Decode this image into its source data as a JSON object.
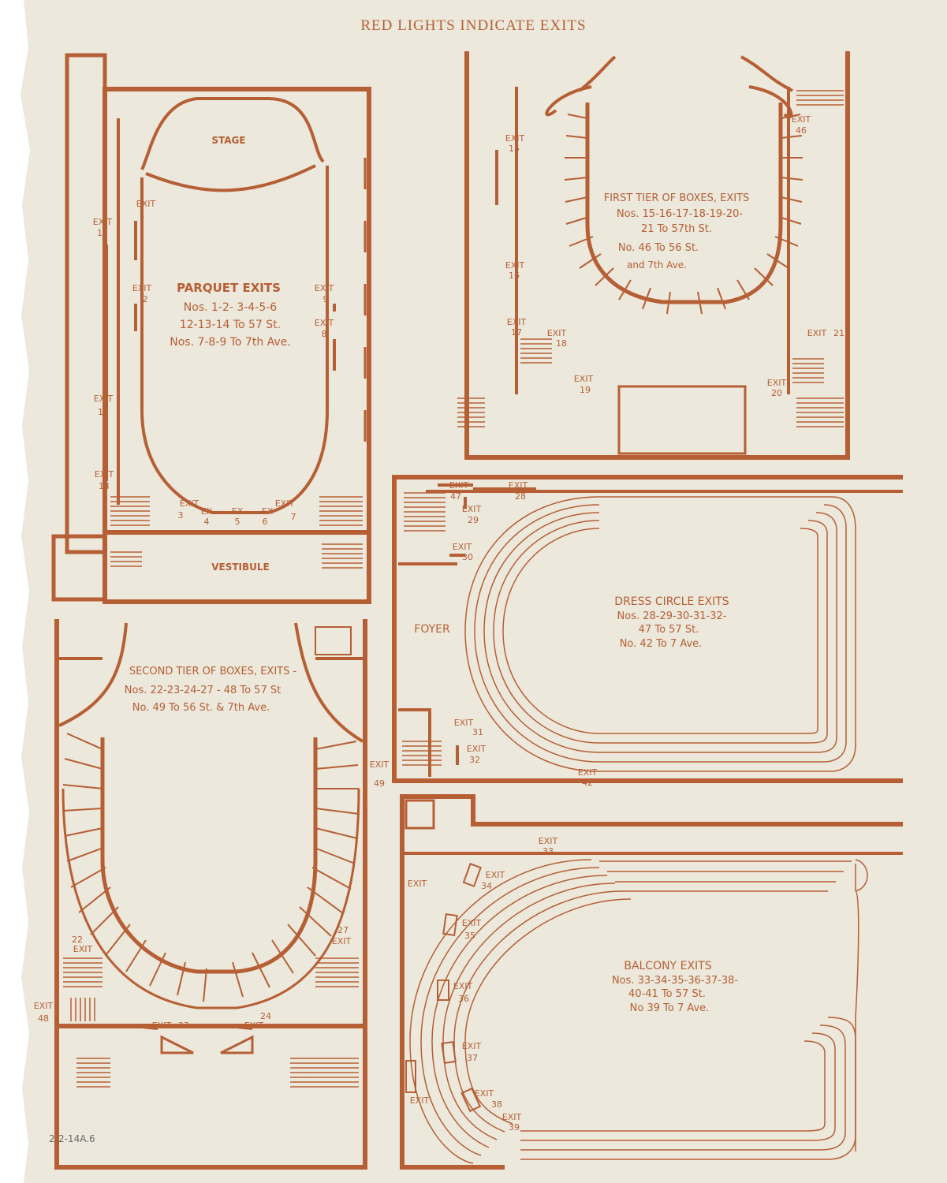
{
  "header": "RED LIGHTS INDICATE EXITS",
  "pencil_note": "2-2-14A.6",
  "plans": {
    "parquet": {
      "stage": "STAGE",
      "vestibule": "VESTIBULE",
      "title": "PARQUET EXITS",
      "lines": [
        "Nos. 1-2- 3-4-5-6",
        "12-13-14 To 57 St.",
        "Nos. 7-8-9  To 7th Ave."
      ],
      "exit_word": "EXIT",
      "ex_word": "EX",
      "exits": [
        "1",
        "2",
        "3",
        "4",
        "5",
        "6",
        "7",
        "8",
        "9",
        "12",
        "13",
        "14"
      ]
    },
    "first_tier": {
      "lines": [
        "FIRST TIER OF BOXES, EXITS",
        "Nos. 15-16-17-18-19-20-",
        "21 To 57th St.",
        "No. 46 To 56 St.",
        "and 7th Ave."
      ],
      "exit_word": "EXIT",
      "exits": [
        "15",
        "16",
        "17",
        "18",
        "19",
        "20",
        "21",
        "46"
      ]
    },
    "dress_circle": {
      "foyer": "FOYER",
      "lines": [
        "DRESS CIRCLE EXITS",
        "Nos. 28-29-30-31-32-",
        "47 To 57 St.",
        "No. 42 To 7 Ave."
      ],
      "exit_word": "EXIT",
      "exits": [
        "28",
        "29",
        "30",
        "31",
        "32",
        "42",
        "47"
      ]
    },
    "second_tier": {
      "lines": [
        "SECOND TIER OF BOXES, EXITS -",
        "Nos. 22-23-24-27 - 48 To 57 St",
        "No.  49 To 56 St. & 7th Ave."
      ],
      "exit_word": "EXIT",
      "exits": [
        "22",
        "23",
        "24",
        "27",
        "48",
        "49"
      ]
    },
    "balcony": {
      "lines": [
        "BALCONY EXITS",
        "Nos. 33-34-35-36-37-38-",
        "40-41 To 57 St.",
        "No 39 To 7 Ave."
      ],
      "exit_word": "EXIT",
      "exits": [
        "33",
        "34",
        "35",
        "36",
        "37",
        "38",
        "39"
      ]
    }
  },
  "colors": {
    "paper": "#ece8dc",
    "ink": "#b65f35"
  }
}
